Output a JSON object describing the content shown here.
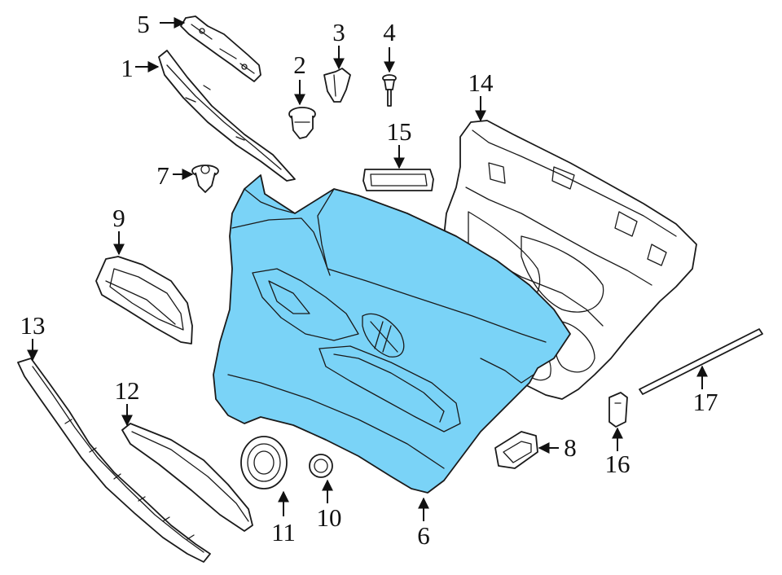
{
  "colors": {
    "highlight": "#7ad3f7",
    "line": "#1a1a1a",
    "background": "#ffffff"
  },
  "callouts": [
    {
      "id": "c1",
      "label": "1"
    },
    {
      "id": "c2",
      "label": "2"
    },
    {
      "id": "c3",
      "label": "3"
    },
    {
      "id": "c4",
      "label": "4"
    },
    {
      "id": "c5",
      "label": "5"
    },
    {
      "id": "c6",
      "label": "6"
    },
    {
      "id": "c7",
      "label": "7"
    },
    {
      "id": "c8",
      "label": "8"
    },
    {
      "id": "c9",
      "label": "9"
    },
    {
      "id": "c10",
      "label": "10"
    },
    {
      "id": "c11",
      "label": "11"
    },
    {
      "id": "c12",
      "label": "12"
    },
    {
      "id": "c13",
      "label": "13"
    },
    {
      "id": "c14",
      "label": "14"
    },
    {
      "id": "c15",
      "label": "15"
    },
    {
      "id": "c16",
      "label": "16"
    },
    {
      "id": "c17",
      "label": "17"
    }
  ],
  "highlighted_part": "6"
}
